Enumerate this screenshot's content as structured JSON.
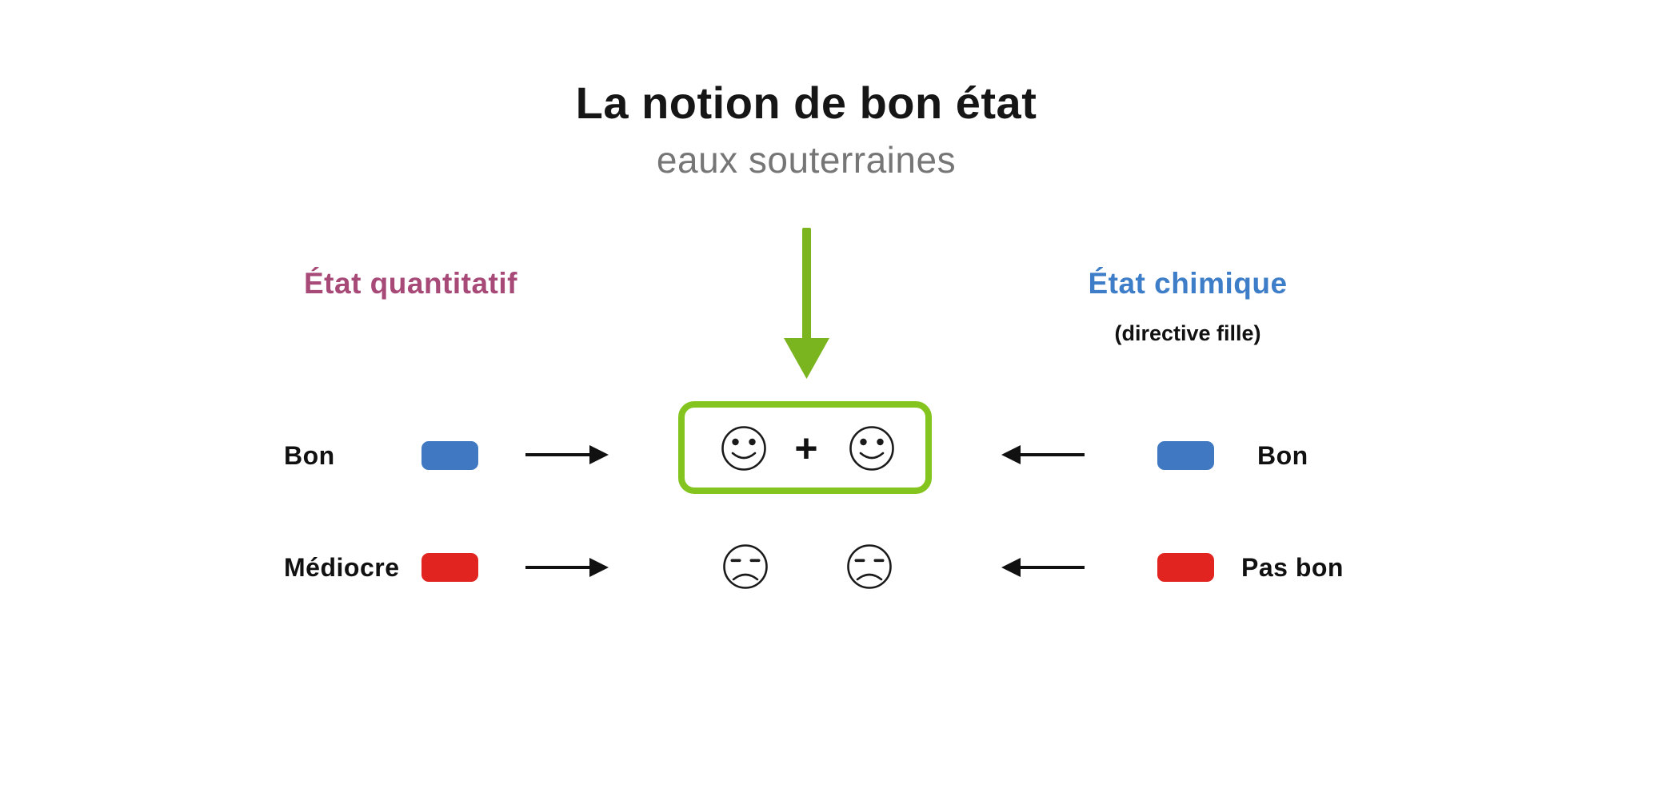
{
  "title": {
    "text": "La notion de bon état",
    "subtitle": "eaux souterraines"
  },
  "left_section": {
    "heading": "État quantitatif",
    "heading_color": "#a84a78",
    "rows": [
      {
        "label": "Bon",
        "status": "good",
        "swatch_color": "#4079c2",
        "arrow": "right"
      },
      {
        "label": "Médiocre",
        "status": "poor",
        "swatch_color": "#e12420",
        "arrow": "right"
      }
    ]
  },
  "right_section": {
    "heading": "État chimique",
    "heading_note": "(directive fille)",
    "heading_color": "#3e7dc8",
    "rows": [
      {
        "label": "Bon",
        "status": "good",
        "swatch_color": "#4079c2",
        "arrow": "left"
      },
      {
        "label": "Pas bon",
        "status": "poor",
        "swatch_color": "#e12420",
        "arrow": "left"
      }
    ]
  },
  "center": {
    "plus_sign": "+",
    "good_state_faces": [
      "happy-face",
      "happy-face"
    ],
    "poor_state_faces": [
      "sad-face",
      "sad-face"
    ],
    "box_border_color": "#83c51e",
    "down_arrow_color": "#7ab41e"
  },
  "colors": {
    "good_blue": "#4079c2",
    "poor_red": "#e12420",
    "green": "#7ab41e",
    "title_ink": "#161616",
    "subtitle_gray": "#767676",
    "arrow_black": "#111111"
  }
}
